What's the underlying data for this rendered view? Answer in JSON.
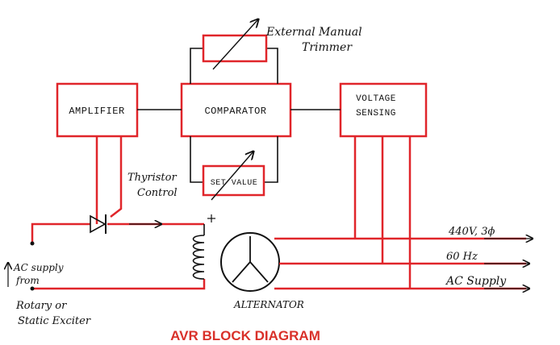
{
  "title": "AVR BLOCK DIAGRAM",
  "colors": {
    "line": "#e0252a",
    "ink": "#111111",
    "title": "#d9312a"
  },
  "blocks": {
    "amplifier": "AMPLIFIER",
    "comparator": "COMPARATOR",
    "voltage_sensing_line1": "VOLTAGE",
    "voltage_sensing_line2": "SENSING",
    "set_value": "SET VALUE"
  },
  "labels": {
    "trimmer_line1": "External Manual",
    "trimmer_line2": "Trimmer",
    "thyristor_line1": "Thyristor",
    "thyristor_line2": "Control",
    "alternator": "ALTERNATOR",
    "ac_supply_line1": "AC supply",
    "ac_supply_line2": "from",
    "ac_supply_line3": "Rotary or",
    "ac_supply_line4": "Static Exciter",
    "out_voltage": "440V, 3ϕ",
    "out_freq": "60 Hz",
    "out_supply": "AC Supply"
  },
  "icons": [
    "thyristor-icon",
    "field-coil-icon",
    "alternator-icon",
    "variable-resistor-icon"
  ]
}
